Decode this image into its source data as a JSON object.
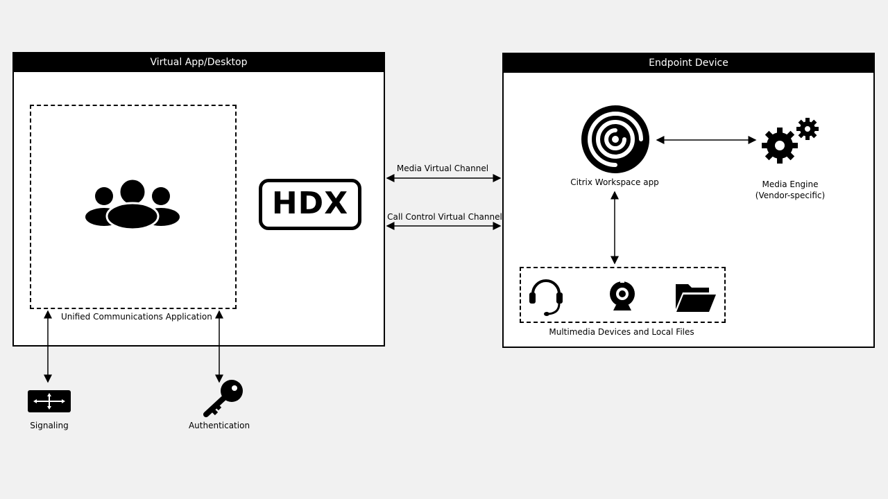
{
  "left_panel": {
    "title": "Virtual App/Desktop"
  },
  "right_panel": {
    "title": "Endpoint Device"
  },
  "uc_app": {
    "label": "Unified Communications Application",
    "icon": "users-group-icon"
  },
  "hdx": {
    "text": "HDX"
  },
  "channels": {
    "media": "Media Virtual Channel",
    "call_control": "Call Control Virtual Channel"
  },
  "workspace": {
    "label": "Citrix Workspace app",
    "icon": "citrix-workspace-icon"
  },
  "media_engine": {
    "line1": "Media Engine",
    "line2": "(Vendor-specific)",
    "icon": "gears-icon"
  },
  "devices": {
    "label": "Multimedia Devices and Local Files",
    "icons": [
      "headset-icon",
      "webcam-icon",
      "folder-icon"
    ]
  },
  "signaling": {
    "label": "Signaling",
    "icon": "signaling-router-icon"
  },
  "authentication": {
    "label": "Authentication",
    "icon": "key-icon"
  }
}
